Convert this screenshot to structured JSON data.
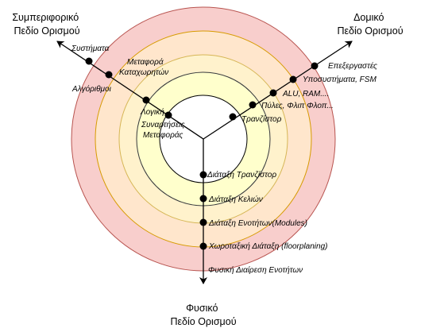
{
  "colors": {
    "ring1": "#f8cecc",
    "ring2": "#ffe6cc",
    "ring3": "#fff2cc",
    "ring4": "#ffffcc",
    "center": "#ffffff",
    "stroke": "#000000"
  },
  "axes": {
    "behavioral": {
      "line1": "Συμπεριφορικό",
      "line2": "Πεδίο Ορισμού"
    },
    "structural": {
      "line1": "Δομικό",
      "line2": "Πεδίο Ορισμού"
    },
    "physical": {
      "line1": "Φυσικό",
      "line2": "Πεδίο Ορισμού"
    }
  },
  "behavioral_levels": [
    {
      "text": "Συστήματα"
    },
    {
      "text": "Αλγόριθμοι"
    },
    {
      "line1": "Μεταφορά",
      "line2": "Καταχωρητών"
    },
    {
      "text": "Λογική"
    },
    {
      "line1": "Συναρτήσεις",
      "line2": "Μεταφοράς"
    }
  ],
  "structural_levels": [
    {
      "text": "Επεξεργαστές"
    },
    {
      "text": "Υποσυστήματα, FSM"
    },
    {
      "text": "ALU, RAM...."
    },
    {
      "text": "Πύλες, Φλιπ Φλοπ..."
    },
    {
      "text": "Τρανζίστορ"
    }
  ],
  "physical_levels": [
    {
      "text": "Διάταξη Τρανζίστορ"
    },
    {
      "text": "Διάταξη Κελιών"
    },
    {
      "text": "Διάταξη Ενοτήτων(Modules)"
    },
    {
      "text": "Χωροταξική Διάταξη (floorplaning)"
    },
    {
      "text": "Φυσική Διαίρεση Ενοτήτων"
    }
  ]
}
